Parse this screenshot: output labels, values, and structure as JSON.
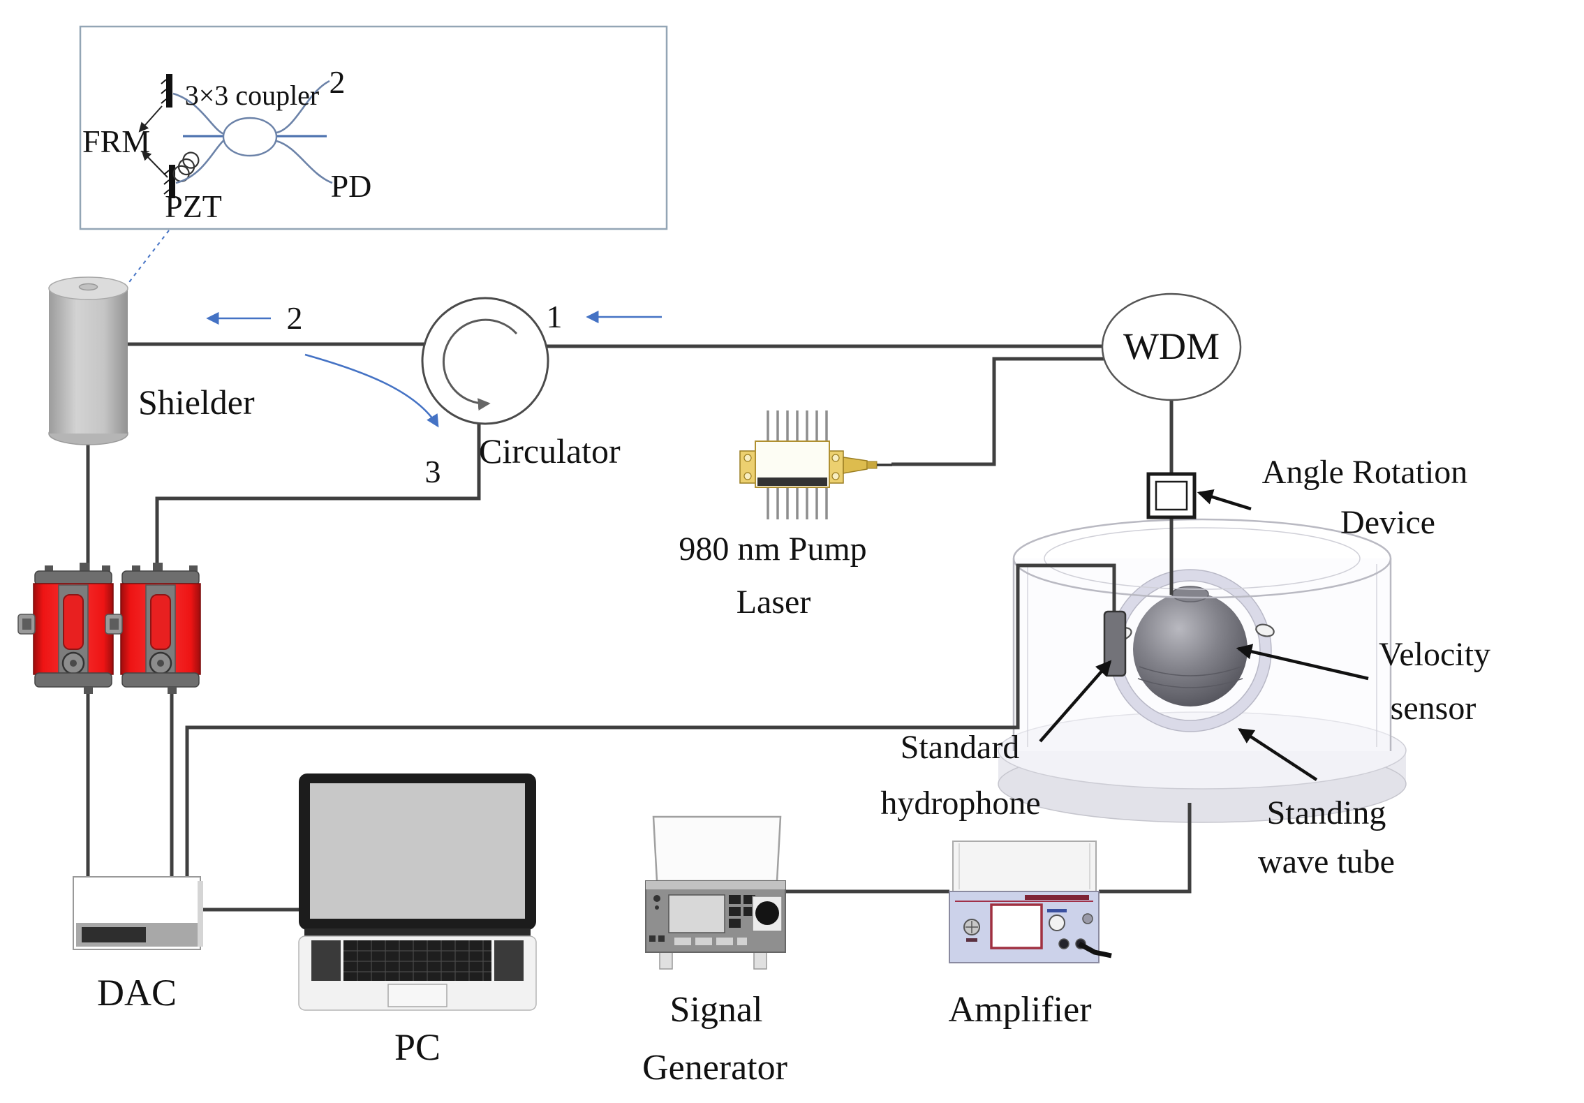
{
  "diagram": {
    "inset": {
      "frm": "FRM",
      "coupler": "3×3 coupler",
      "port2": "2",
      "pd": "PD",
      "pzt": "PZT"
    },
    "shielder": {
      "label": "Shielder"
    },
    "circulator": {
      "label": "Circulator",
      "port1": "1",
      "port2": "2",
      "port3": "3"
    },
    "pump_laser": {
      "label_line1": "980 nm Pump",
      "label_line2": "Laser"
    },
    "wdm": {
      "label": "WDM"
    },
    "angle_rotation_device": {
      "label_line1": "Angle Rotation",
      "label_line2": "Device"
    },
    "velocity_sensor": {
      "label_line1": "Velocity",
      "label_line2": "sensor"
    },
    "standing_wave_tube": {
      "label_line1": "Standing",
      "label_line2": "wave tube"
    },
    "standard_hydrophone": {
      "label_line1": "Standard",
      "label_line2": "hydrophone"
    },
    "dac": {
      "label": "DAC"
    },
    "pc": {
      "label": "PC"
    },
    "signal_generator": {
      "label_line1": "Signal",
      "label_line2": "Generator"
    },
    "amplifier": {
      "label": "Amplifier"
    }
  },
  "colors": {
    "wire": "#3f3f3f",
    "blue_accent": "#4472c4",
    "fiber": "#6b82a8",
    "fiber_center": "#4f74b0",
    "device_red": "#ee1414",
    "amplifier_panel": "#ccd2ea",
    "text": "#111111"
  }
}
